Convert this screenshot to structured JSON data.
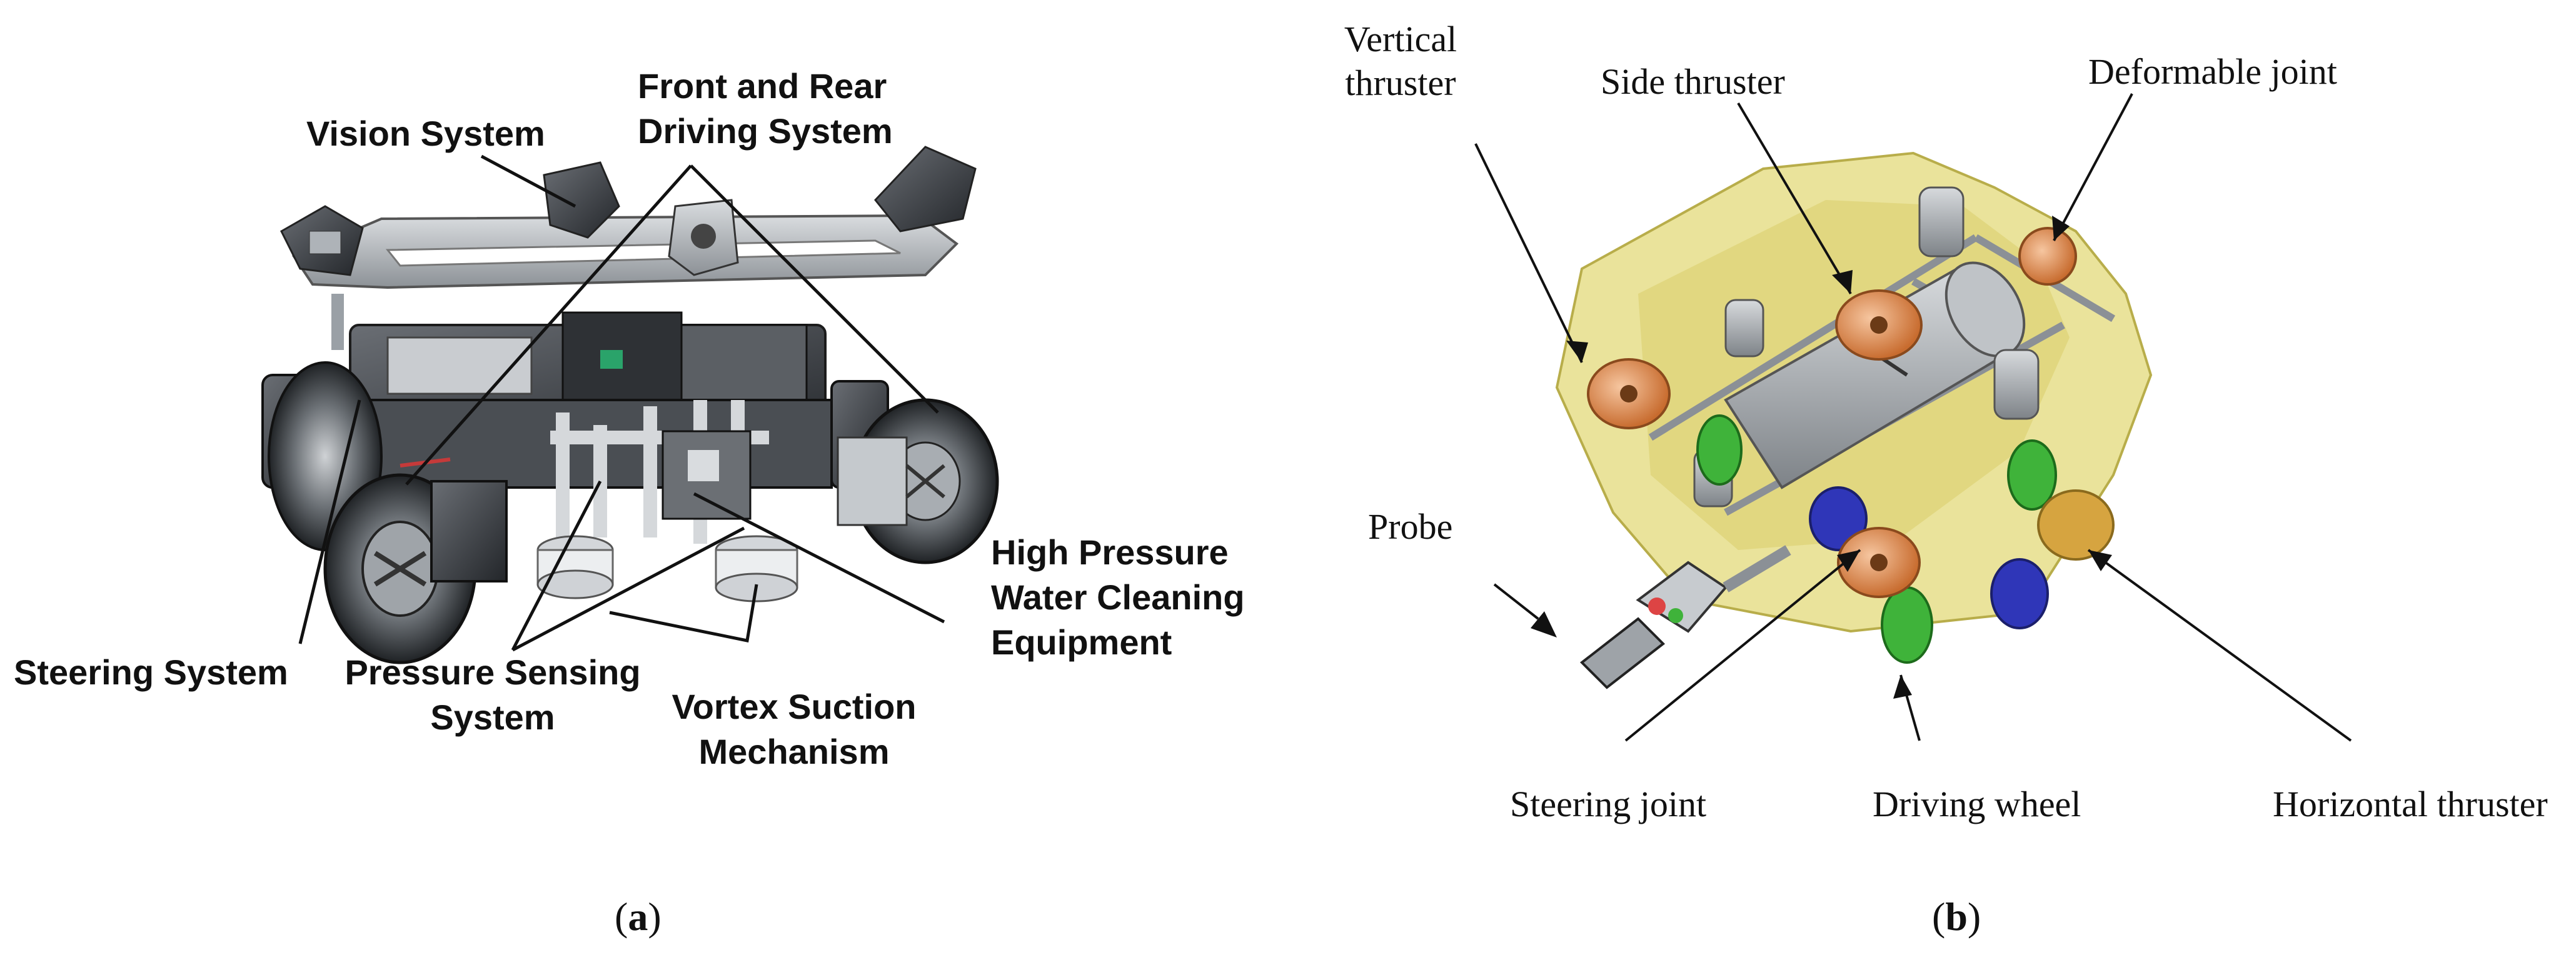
{
  "panel_a": {
    "labels": {
      "vision_system": "Vision System",
      "driving_line1": "Front and Rear",
      "driving_line2": "Driving System",
      "high_pressure_line1": "High Pressure",
      "high_pressure_line2": "Water Cleaning",
      "high_pressure_line3": "Equipment",
      "steering_system": "Steering System",
      "pressure_line1": "Pressure Sensing",
      "pressure_line2": "System",
      "vortex_line1": "Vortex Suction",
      "vortex_line2": "Mechanism"
    },
    "caption_letter": "a"
  },
  "panel_b": {
    "labels": {
      "vertical_line1": "Vertical",
      "vertical_line2": "thruster",
      "side_thruster": "Side thruster",
      "deformable_joint": "Deformable joint",
      "probe": "Probe",
      "steering_joint": "Steering joint",
      "driving_wheel": "Driving wheel",
      "horizontal_thruster": "Horizontal thruster"
    },
    "caption_letter": "b"
  },
  "colors": {
    "shell_yellow": "#e3d97a",
    "thruster_orange": "#e59a5c",
    "metal_gray": "#9ea3a8",
    "dark_metal": "#3e4146",
    "wheel_green": "#3fb33a",
    "wheel_blue": "#2f36b8"
  }
}
